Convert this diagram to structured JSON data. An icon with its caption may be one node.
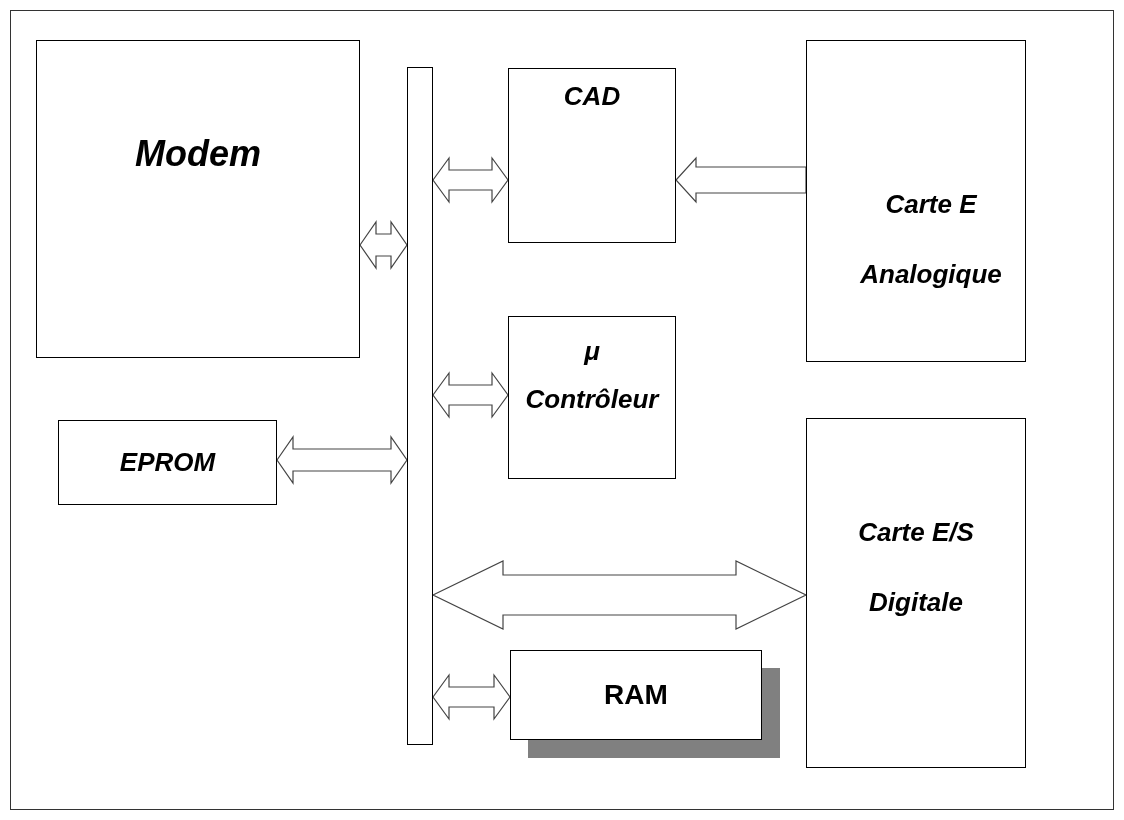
{
  "diagram": {
    "nodes": [
      {
        "text": [
          "Modem"
        ]
      },
      {
        "text": [],
        "shape": "bar"
      },
      {
        "text": [
          "CAD"
        ]
      },
      {
        "text": [
          "Carte E Analogique"
        ]
      },
      {
        "text": [
          "EPROM"
        ]
      },
      {
        "text": [
          "μ Contrôleur"
        ]
      },
      {
        "text": [
          "Carte E/S Digitale"
        ]
      },
      {
        "text": [
          "RAM"
        ]
      }
    ],
    "edges": [
      {
        "from": 0,
        "to": 1,
        "arrow": "both"
      },
      {
        "from": 1,
        "to": 2,
        "arrow": "both"
      },
      {
        "from": 3,
        "to": 2,
        "arrow": "to"
      },
      {
        "from": 4,
        "to": 1,
        "arrow": "both"
      },
      {
        "from": 1,
        "to": 5,
        "arrow": "both"
      },
      {
        "from": 1,
        "to": 6,
        "arrow": "both"
      },
      {
        "from": 1,
        "to": 7,
        "arrow": "both"
      }
    ]
  }
}
